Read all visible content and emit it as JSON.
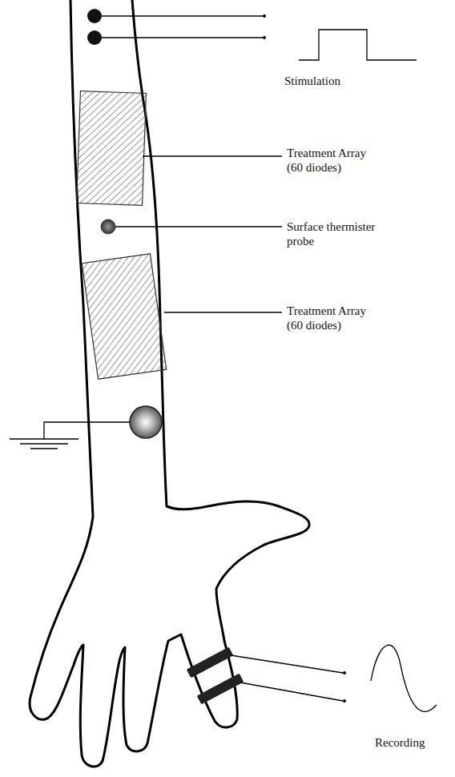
{
  "diagram": {
    "labels": [
      "Stimulation",
      "Treatment Array (60 diodes)",
      "Surface thermister probe",
      "Treatment Array (60 diodes)",
      "Recording"
    ]
  }
}
